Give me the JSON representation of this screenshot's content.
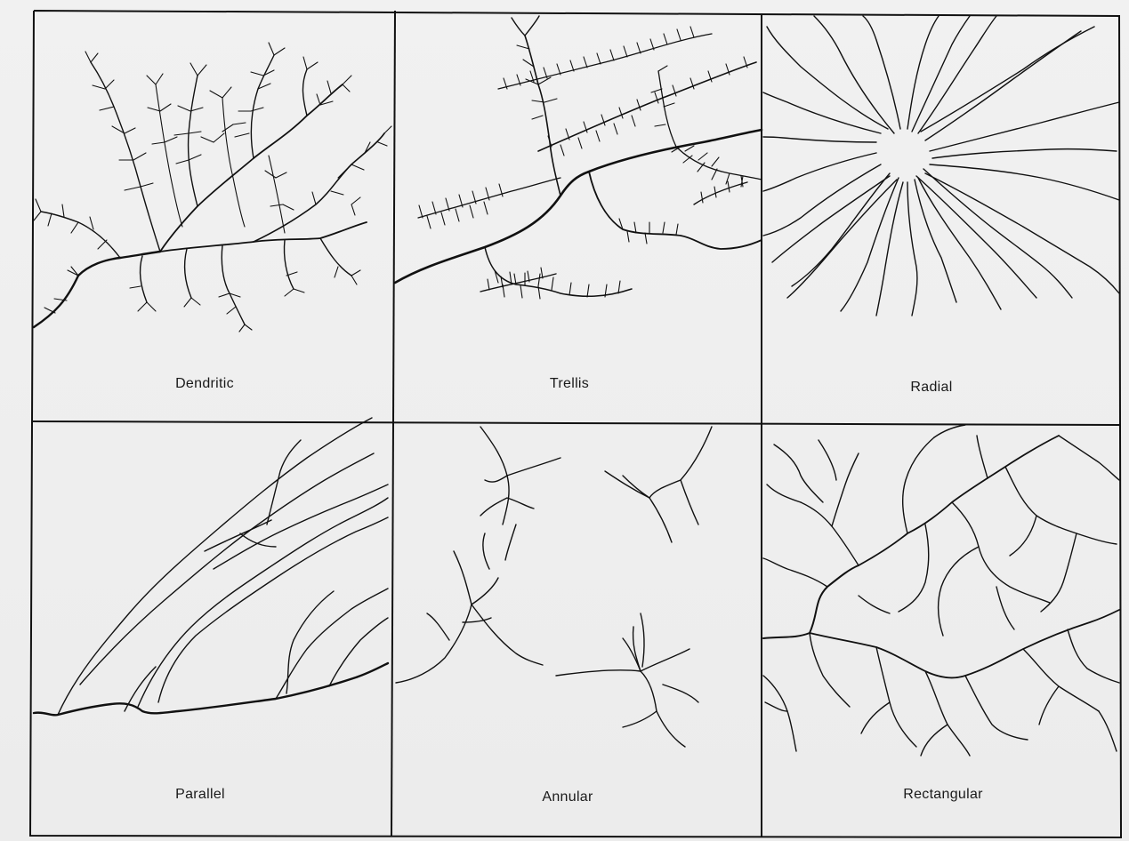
{
  "panels": [
    {
      "label": "Dendritic"
    },
    {
      "label": "Trellis"
    },
    {
      "label": "Radial"
    },
    {
      "label": "Parallel"
    },
    {
      "label": "Annular"
    },
    {
      "label": "Rectangular"
    }
  ],
  "colors": {
    "ink": "#111111",
    "paper": "#efefef"
  }
}
